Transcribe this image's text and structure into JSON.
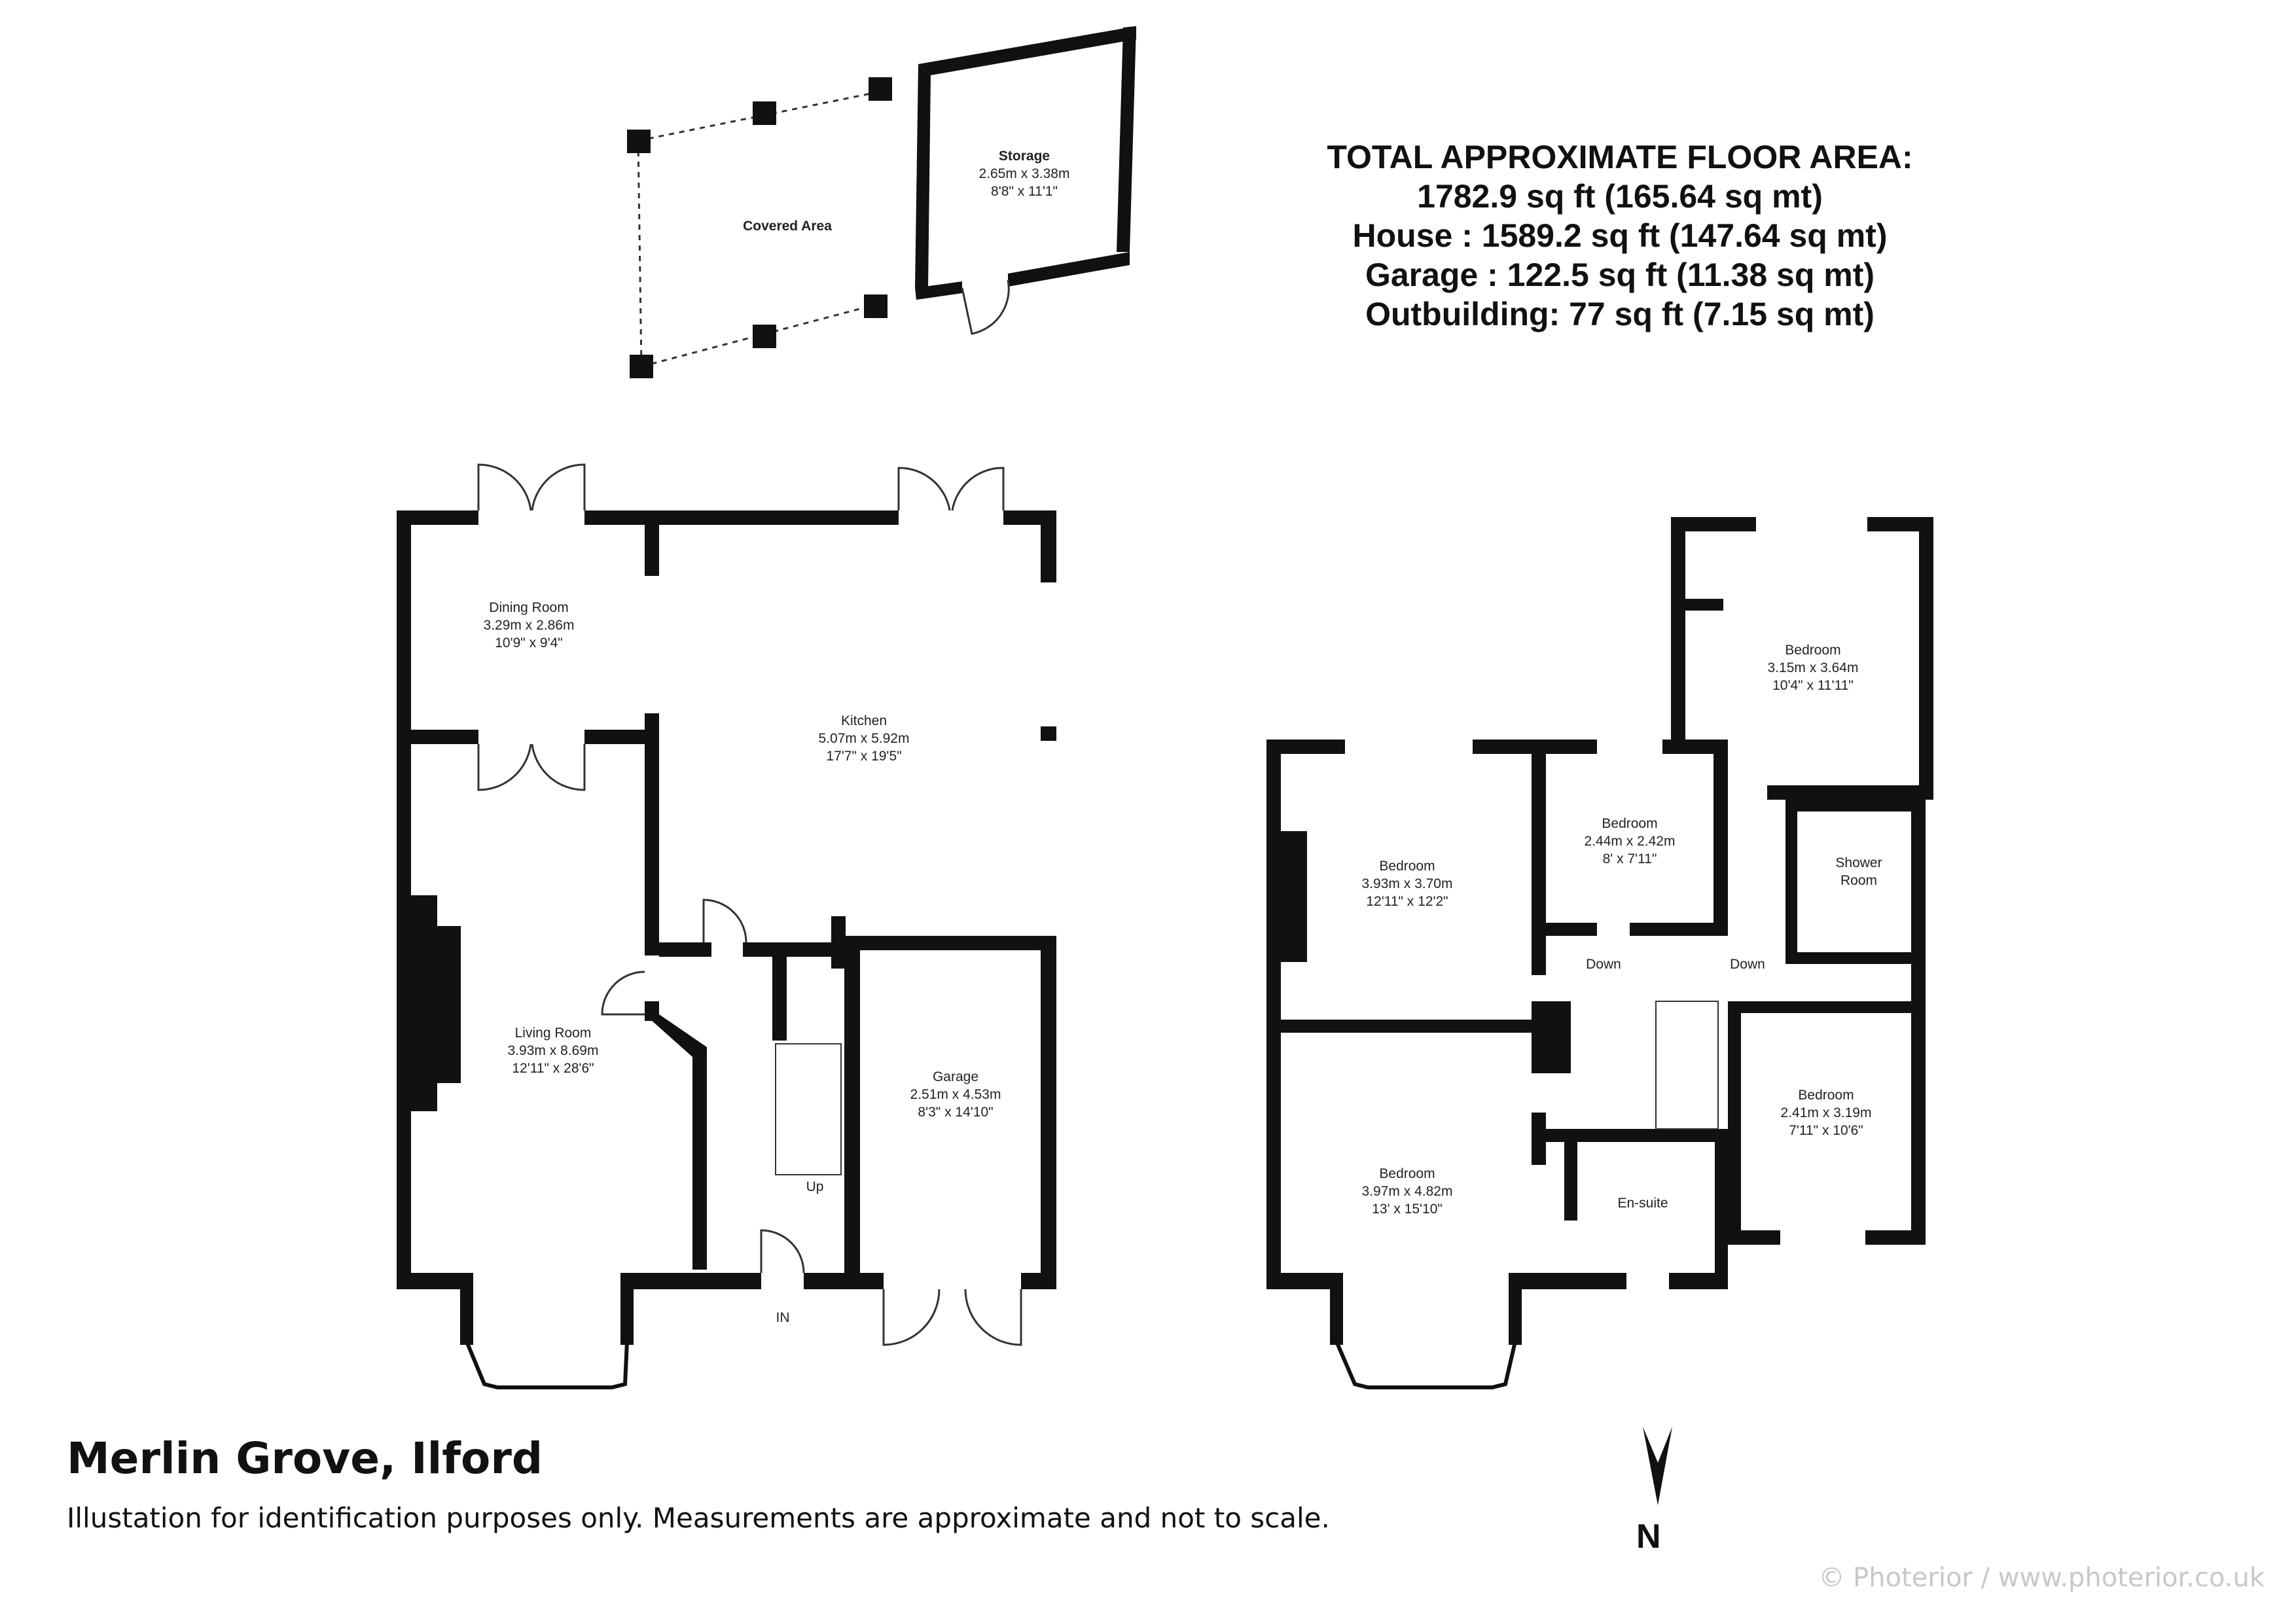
{
  "area_summary": {
    "heading": "TOTAL APPROXIMATE FLOOR AREA:",
    "total": "1782.9 sq ft (165.64 sq mt)",
    "house": "House : 1589.2 sq ft (147.64 sq mt)",
    "garage": "Garage : 122.5 sq ft (11.38 sq mt)",
    "outbuilding": "Outbuilding: 77 sq ft (7.15 sq mt)"
  },
  "outbuilding": {
    "storage": {
      "name": "Storage",
      "metric": "2.65m x 3.38m",
      "imperial": "8'8\" x 11'1\""
    },
    "covered_area": "Covered Area"
  },
  "ground_floor": {
    "dining_room": {
      "name": "Dining Room",
      "metric": "3.29m x 2.86m",
      "imperial": "10'9\" x 9'4\""
    },
    "kitchen": {
      "name": "Kitchen",
      "metric": "5.07m x 5.92m",
      "imperial": "17'7\" x 19'5\""
    },
    "living_room": {
      "name": "Living Room",
      "metric": "3.93m x 8.69m",
      "imperial": "12'11\" x 28'6\""
    },
    "garage": {
      "name": "Garage",
      "metric": "2.51m x 4.53m",
      "imperial": "8'3\" x 14'10\""
    },
    "stairs_label": "Up",
    "entrance_label": "IN"
  },
  "first_floor": {
    "bedroom_1": {
      "name": "Bedroom",
      "metric": "3.93m x 3.70m",
      "imperial": "12'11\" x 12'2\""
    },
    "bedroom_2": {
      "name": "Bedroom",
      "metric": "2.44m x 2.42m",
      "imperial": "8' x 7'11\""
    },
    "bedroom_3": {
      "name": "Bedroom",
      "metric": "3.15m x 3.64m",
      "imperial": "10'4\" x 11'11\""
    },
    "bedroom_4": {
      "name": "Bedroom",
      "metric": "3.97m x 4.82m",
      "imperial": "13' x 15'10\""
    },
    "bedroom_5": {
      "name": "Bedroom",
      "metric": "2.41m x 3.19m",
      "imperial": "7'11\" x 10'6\""
    },
    "shower_room_line1": "Shower",
    "shower_room_line2": "Room",
    "en_suite": "En-suite",
    "down_label_1": "Down",
    "down_label_2": "Down"
  },
  "footer": {
    "title": "Merlin Grove, Ilford",
    "note": "Illustation for identification purposes only. Measurements are approximate and not to scale.",
    "copyright": "© Photerior / www.photerior.co.uk"
  },
  "compass": {
    "label": "N"
  },
  "colors": {
    "wall": "#111111",
    "text": "#111111",
    "copyright": "#c8c8c8"
  }
}
